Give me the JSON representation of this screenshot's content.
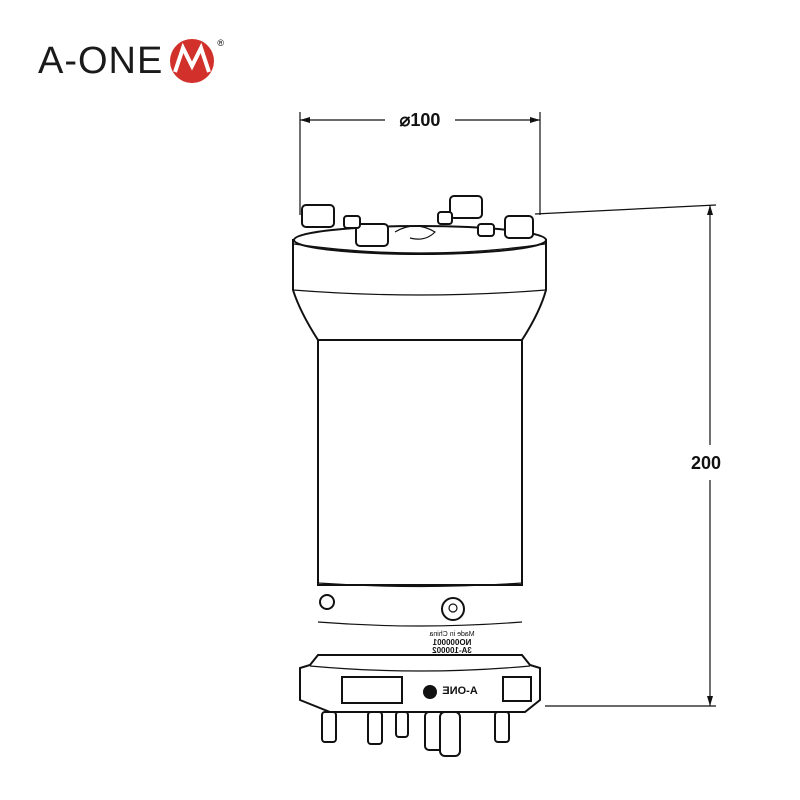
{
  "logo": {
    "text": "A-ONE",
    "registered_mark": "®",
    "mark_color": "#d2302a"
  },
  "dimensions": {
    "diameter_symbol": "⌀",
    "diameter_value": "100",
    "height_value": "200"
  },
  "part_markings": {
    "origin": "Made in China",
    "serial": "NO000001",
    "part_number": "3A-100002",
    "brand": "A-ONE"
  }
}
